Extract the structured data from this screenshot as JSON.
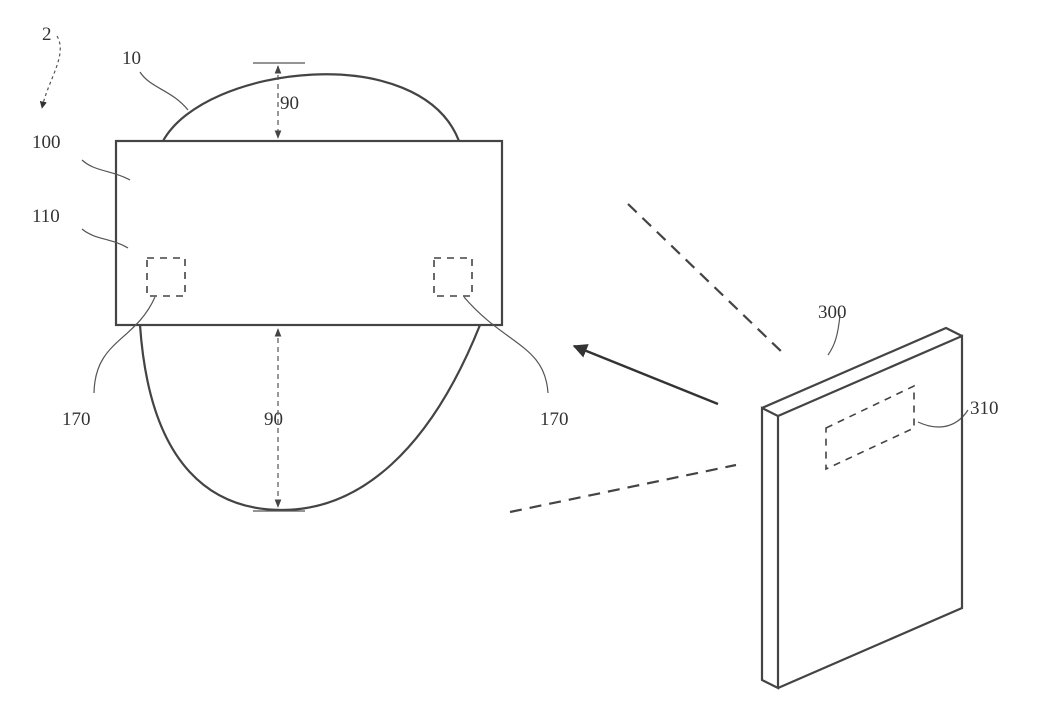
{
  "figure": {
    "labels": {
      "system": "2",
      "user": "10",
      "device": "100",
      "display": "110",
      "dimension_top": "90",
      "dimension_bottom": "90",
      "sensor_left": "170",
      "sensor_right": "170",
      "external_device": "300",
      "external_sensor": "310"
    }
  },
  "colors": {
    "line": "#444444",
    "text": "#333333",
    "background": "#ffffff"
  }
}
